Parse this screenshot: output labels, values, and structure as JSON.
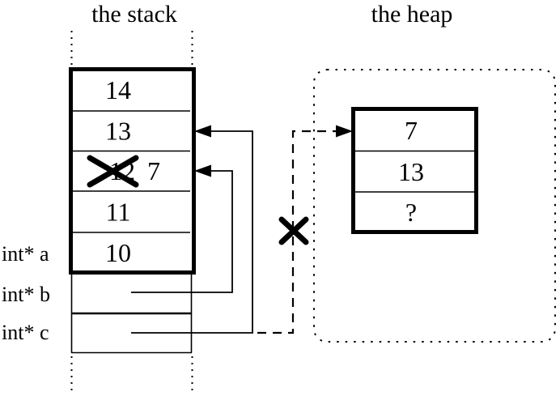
{
  "stack": {
    "title": "the stack",
    "rows": [
      {
        "value": "14"
      },
      {
        "value": "13"
      },
      {
        "value": "12",
        "crossed": true,
        "new_value": "7"
      },
      {
        "value": "11"
      },
      {
        "value": "10"
      }
    ],
    "pointer_labels": [
      "int* a",
      "int* b",
      "int* c"
    ]
  },
  "heap": {
    "title": "the heap",
    "rows": [
      {
        "value": "7"
      },
      {
        "value": "13"
      },
      {
        "value": "?"
      }
    ]
  },
  "colors": {
    "ink": "#000000",
    "background": "#ffffff"
  }
}
